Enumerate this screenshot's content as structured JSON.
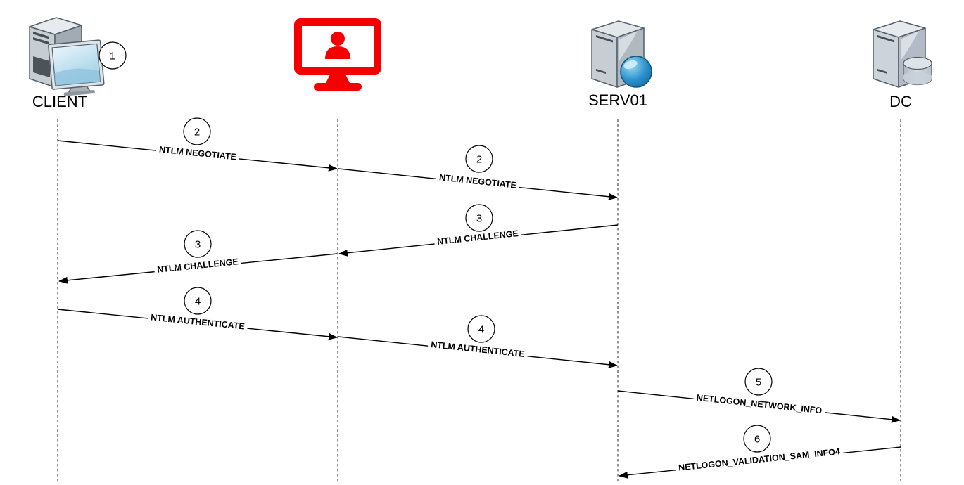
{
  "diagram": {
    "kind": "sequence-diagram",
    "subject": "NTLM relay authentication flow",
    "colors": {
      "attacker_red": "#f40000",
      "arrow": "#000000",
      "lifeline_gray": "#4d4d4d",
      "server_gray": "#c6cdd3",
      "orb_blue": "#2d93cc"
    }
  },
  "actors": [
    {
      "id": "client",
      "label": "CLIENT",
      "icon": "client-computer-icon"
    },
    {
      "id": "attacker",
      "label": "",
      "icon": "attacker-monitor-icon"
    },
    {
      "id": "serv01",
      "label": "SERV01",
      "icon": "application-server-icon"
    },
    {
      "id": "dc",
      "label": "DC",
      "icon": "domain-controller-icon"
    }
  ],
  "standalone_badges": [
    {
      "number": "1",
      "attached_to": "client"
    }
  ],
  "messages": [
    {
      "number": "2",
      "label": "NTLM NEGOTIATE",
      "from": "client",
      "to": "attacker"
    },
    {
      "number": "2",
      "label": "NTLM NEGOTIATE",
      "from": "attacker",
      "to": "serv01"
    },
    {
      "number": "3",
      "label": "NTLM CHALLENGE",
      "from": "serv01",
      "to": "attacker"
    },
    {
      "number": "3",
      "label": "NTLM CHALLENGE",
      "from": "attacker",
      "to": "client"
    },
    {
      "number": "4",
      "label": "NTLM AUTHENTICATE",
      "from": "client",
      "to": "attacker"
    },
    {
      "number": "4",
      "label": "NTLM AUTHENTICATE",
      "from": "attacker",
      "to": "serv01"
    },
    {
      "number": "5",
      "label": "NETLOGON_NETWORK_INFO",
      "from": "serv01",
      "to": "dc"
    },
    {
      "number": "6",
      "label": "NETLOGON_VALIDATION_SAM_INFO4",
      "from": "dc",
      "to": "serv01"
    }
  ]
}
